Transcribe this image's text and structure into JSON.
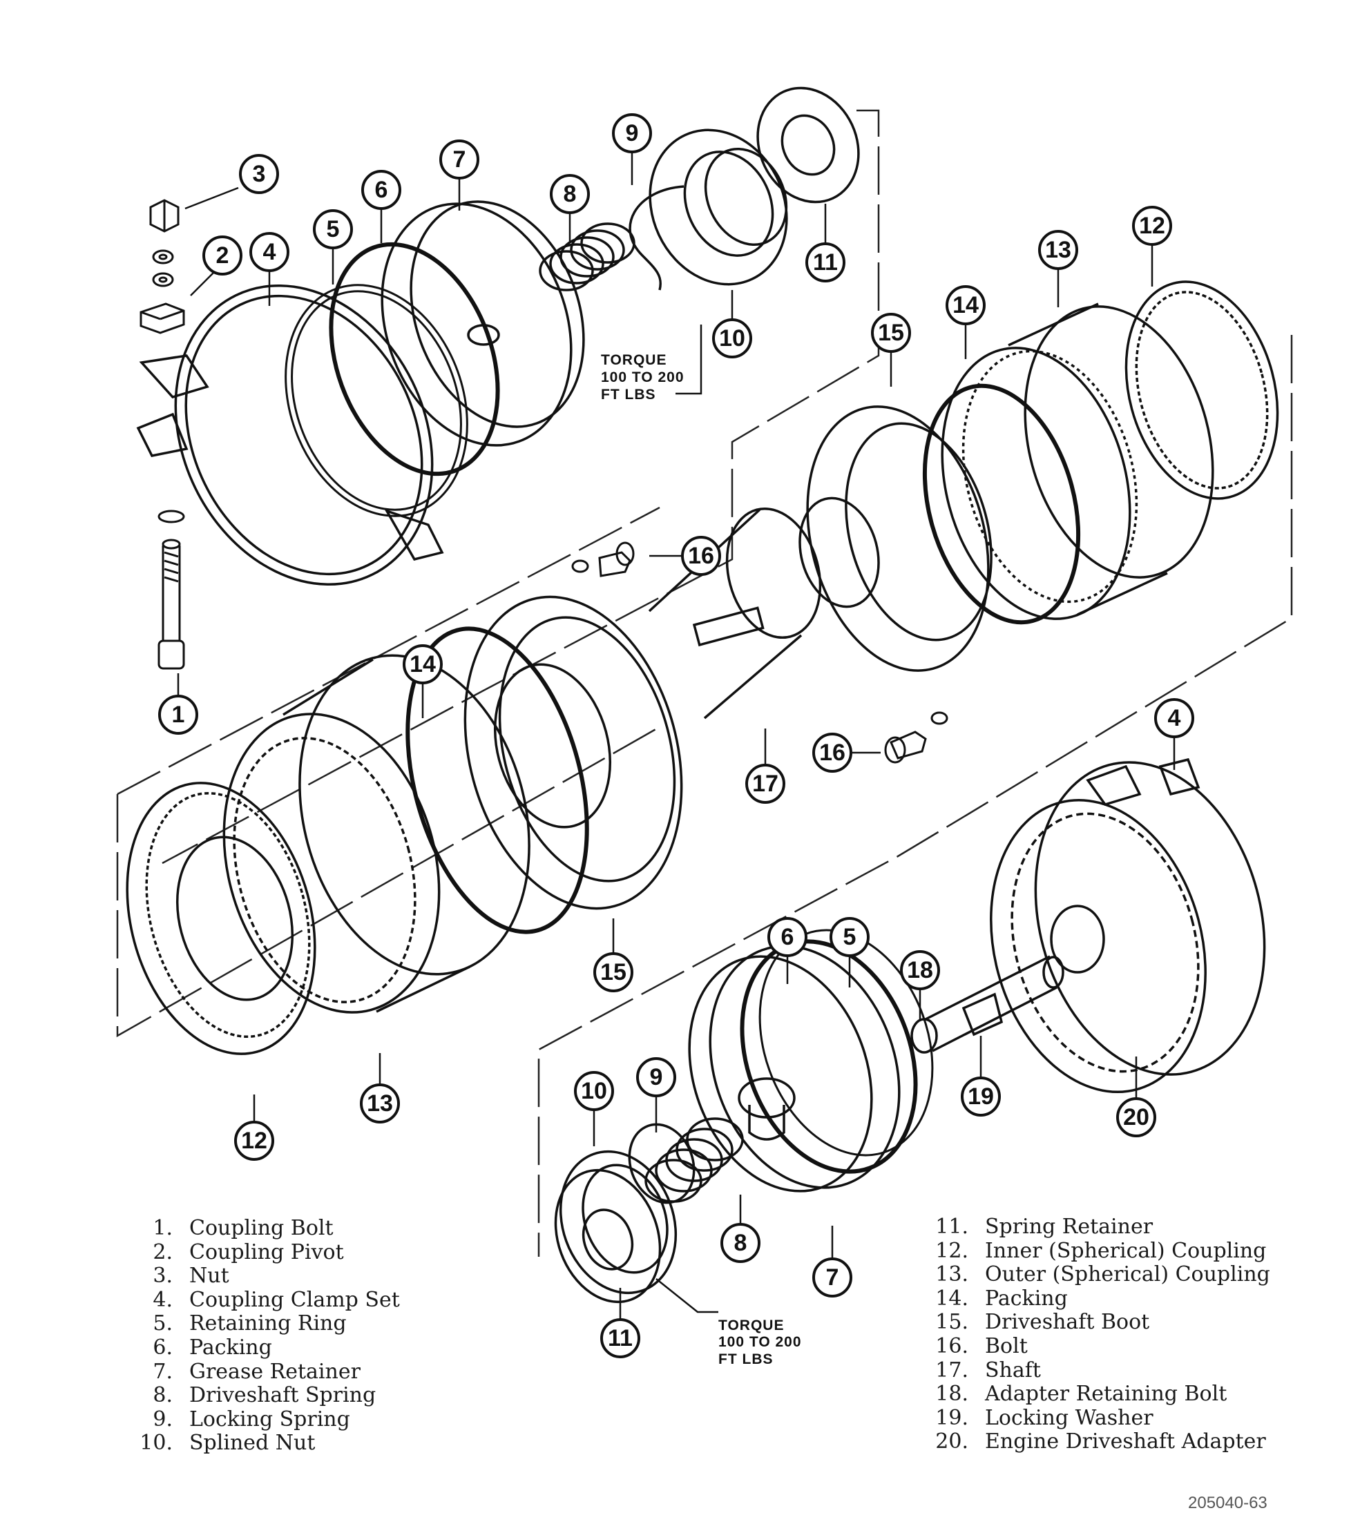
{
  "figure_id": "205040-63",
  "torque_note": [
    "TORQUE",
    "100 TO 200",
    "FT LBS"
  ],
  "legend_left": [
    {
      "num": "1.",
      "label": "Coupling Bolt"
    },
    {
      "num": "2.",
      "label": "Coupling Pivot"
    },
    {
      "num": "3.",
      "label": "Nut"
    },
    {
      "num": "4.",
      "label": "Coupling Clamp Set"
    },
    {
      "num": "5.",
      "label": "Retaining Ring"
    },
    {
      "num": "6.",
      "label": "Packing"
    },
    {
      "num": "7.",
      "label": "Grease Retainer"
    },
    {
      "num": "8.",
      "label": "Driveshaft Spring"
    },
    {
      "num": "9.",
      "label": "Locking Spring"
    },
    {
      "num": "10.",
      "label": "Splined Nut"
    }
  ],
  "legend_right": [
    {
      "num": "11.",
      "label": "Spring Retainer"
    },
    {
      "num": "12.",
      "label": "Inner (Spherical) Coupling"
    },
    {
      "num": "13.",
      "label": "Outer (Spherical) Coupling"
    },
    {
      "num": "14.",
      "label": "Packing"
    },
    {
      "num": "15.",
      "label": "Driveshaft Boot"
    },
    {
      "num": "16.",
      "label": "Bolt"
    },
    {
      "num": "17.",
      "label": "Shaft"
    },
    {
      "num": "18.",
      "label": "Adapter Retaining Bolt"
    },
    {
      "num": "19.",
      "label": "Locking Washer"
    },
    {
      "num": "20.",
      "label": "Engine Driveshaft Adapter"
    }
  ],
  "callout_labels": [
    "1",
    "2",
    "3",
    "4",
    "5",
    "6",
    "7",
    "8",
    "9",
    "10",
    "11",
    "12",
    "13",
    "14",
    "15",
    "16",
    "17",
    "18",
    "19",
    "20"
  ]
}
